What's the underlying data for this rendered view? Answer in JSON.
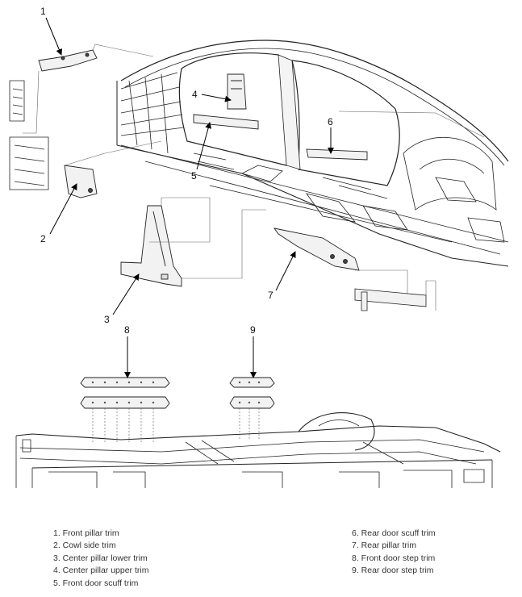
{
  "callouts": [
    "1",
    "2",
    "3",
    "4",
    "5",
    "6",
    "7",
    "8",
    "9"
  ],
  "legend_left": [
    "1. Front pillar trim",
    "2. Cowl side trim",
    "3. Center pillar lower trim",
    "4. Center pillar upper trim",
    "5. Front door scuff trim"
  ],
  "legend_right": [
    "6. Rear door scuff trim",
    "7. Rear pillar trim",
    "8. Front door step trim",
    "9. Rear door step trim"
  ]
}
